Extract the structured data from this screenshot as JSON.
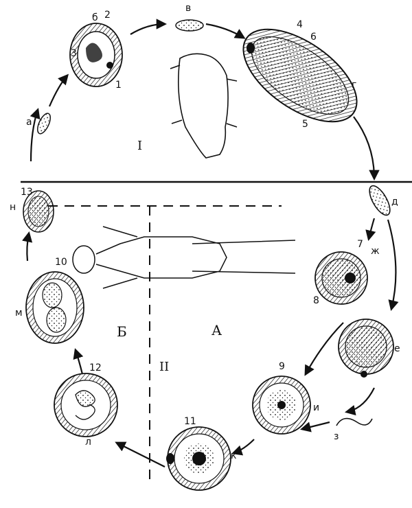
{
  "diagram": {
    "stages": [
      "а",
      "б",
      "в",
      "г",
      "д",
      "ж",
      "е",
      "з",
      "и",
      "к",
      "л",
      "м",
      "н"
    ],
    "numbers": [
      "1",
      "2",
      "3",
      "4",
      "5",
      "6",
      "7",
      "8",
      "9",
      "10",
      "11",
      "12",
      "13"
    ],
    "host_labels": {
      "pig_zone": "I",
      "human_zone": "II",
      "region_a": "А",
      "region_b": "Б"
    },
    "colors": {
      "ink": "#111111",
      "paper": "#ffffff"
    }
  }
}
